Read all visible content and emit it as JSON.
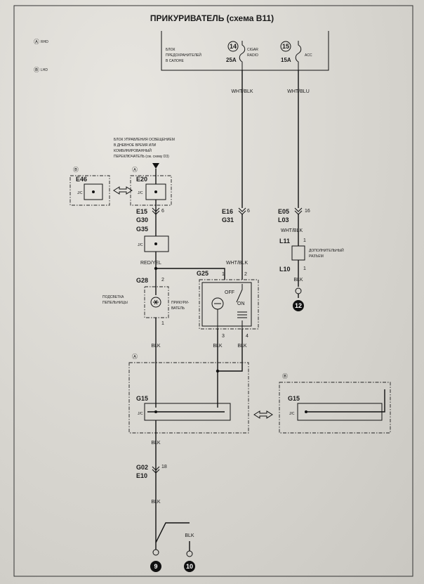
{
  "title": "ПРИКУРИВАТЕЛЬ (схема B11)",
  "legend": {
    "rhd_mark": "Ⓐ",
    "rhd_label": "RHD",
    "lhd_mark": "Ⓑ",
    "lhd_label": "LHD"
  },
  "fuse_box": {
    "label_lines": [
      "БЛОК",
      "ПРЕДОХРАНИТЕЛЕЙ",
      "В САЛОНЕ"
    ],
    "fuse14": {
      "number": "14",
      "amp": "25A",
      "name_lines": [
        "CIGAR",
        "RADIO"
      ]
    },
    "fuse15": {
      "number": "15",
      "amp": "15A",
      "name": "ACC"
    }
  },
  "wires": {
    "wht_blk": "WHT/BLK",
    "wht_blu": "WHT/BLU",
    "wht_blk_2": "WHT/BLK",
    "wht_blk_3": "WHT/BLK",
    "red_yel": "RED/YEL",
    "blk_1": "BLK",
    "blk_2": "BLK",
    "blk_3": "BLK",
    "blk_4": "BLK",
    "blk_5": "BLK",
    "blk_6": "BLK",
    "blk_7": "BLK"
  },
  "daytime_unit": {
    "label_lines": [
      "БЛОК УПРАВЛЕНИЯ ОСВЕЩЕНИЕМ",
      "В ДНЕВНОЕ ВРЕМЯ ИЛИ",
      "КОМБИНИРОВАННЫЙ",
      "ПЕРЕКЛЮЧАТЕЛЬ (см. схему D3)"
    ]
  },
  "connectors": {
    "e46": "E46",
    "e20": "E20",
    "jc": "J/C",
    "e15": "E15",
    "e15_pin": "6",
    "g30": "G30",
    "g35": "G35",
    "e16": "E16",
    "e16_pin": "6",
    "g31": "G31",
    "e05": "E05",
    "e05_pin": "16",
    "l03": "L03",
    "l11": "L11",
    "l11_pin": "1",
    "l10": "L10",
    "l10_pin": "1",
    "g25": "G25",
    "g25_p1": "1",
    "g25_p2": "2",
    "g25_p3": "3",
    "g25_p4": "4",
    "g28": "G28",
    "g28_p2": "2",
    "g28_p1": "1",
    "g15a": "G15",
    "g15b": "G15",
    "g02": "G02",
    "g02_pin": "18",
    "e10": "E10"
  },
  "variant_marks": {
    "a1": "Ⓐ",
    "a2": "Ⓐ",
    "b1": "Ⓑ",
    "b2": "Ⓑ"
  },
  "ext_connector": {
    "label_lines": [
      "ДОПОЛНИТЕЛЬНЫЙ",
      "РАЗЪЕМ"
    ]
  },
  "ashtray_light": {
    "label_lines": [
      "ПОДСВЕТКА",
      "ПЕПЕЛЬНИЦЫ"
    ]
  },
  "lighter": {
    "label_lines": [
      "ПРИКУРИ-",
      "ВАТЕЛЬ"
    ],
    "off": "OFF",
    "on": "ON"
  },
  "grounds": {
    "g12": "12",
    "g9": "9",
    "g10": "10"
  }
}
